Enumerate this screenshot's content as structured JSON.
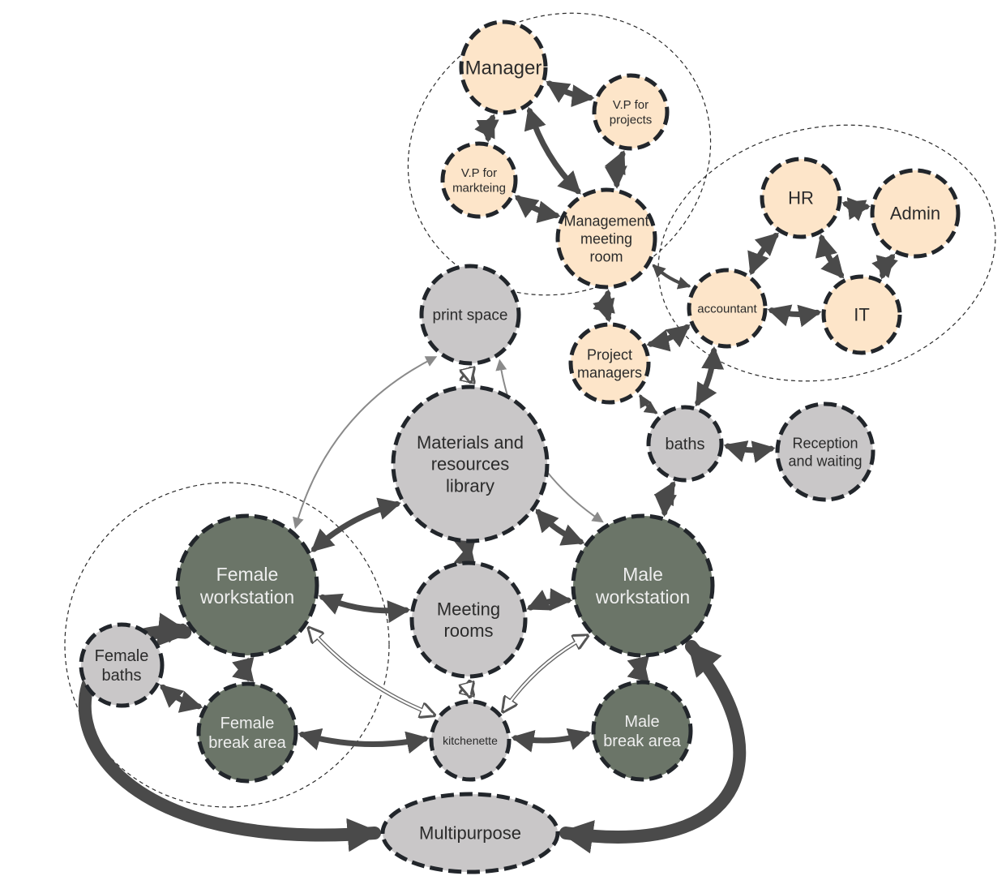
{
  "diagram": {
    "colors": {
      "cream": "#fde5c9",
      "gray": "#c9c7c8",
      "green": "#6b7568",
      "outline": "#22262b",
      "arrow_dark": "#4a4a4a",
      "arrow_light": "#8a8a8a"
    },
    "nodes": [
      {
        "id": "manager",
        "lines": [
          "Manager"
        ],
        "style": "cream"
      },
      {
        "id": "vp-projects",
        "lines": [
          "V.P for",
          "projects"
        ],
        "style": "cream"
      },
      {
        "id": "vp-marketing",
        "lines": [
          "V.P for",
          "markteing"
        ],
        "style": "cream"
      },
      {
        "id": "management-meeting-room",
        "lines": [
          "Management",
          "meeting",
          "room"
        ],
        "style": "cream"
      },
      {
        "id": "hr",
        "lines": [
          "HR"
        ],
        "style": "cream"
      },
      {
        "id": "admin",
        "lines": [
          "Admin"
        ],
        "style": "cream"
      },
      {
        "id": "accountant",
        "lines": [
          "accountant"
        ],
        "style": "cream"
      },
      {
        "id": "it",
        "lines": [
          "IT"
        ],
        "style": "cream"
      },
      {
        "id": "project-managers",
        "lines": [
          "Project",
          "managers"
        ],
        "style": "cream"
      },
      {
        "id": "print-space",
        "lines": [
          "print space"
        ],
        "style": "gray"
      },
      {
        "id": "materials-library",
        "lines": [
          "Materials and",
          "resources",
          "library"
        ],
        "style": "gray"
      },
      {
        "id": "baths",
        "lines": [
          "baths"
        ],
        "style": "gray"
      },
      {
        "id": "reception",
        "lines": [
          "Reception",
          "and waiting"
        ],
        "style": "gray"
      },
      {
        "id": "female-workstation",
        "lines": [
          "Female",
          "workstation"
        ],
        "style": "green"
      },
      {
        "id": "male-workstation",
        "lines": [
          "Male",
          "workstation"
        ],
        "style": "green"
      },
      {
        "id": "meeting-rooms",
        "lines": [
          "Meeting",
          "rooms"
        ],
        "style": "gray"
      },
      {
        "id": "female-baths",
        "lines": [
          "Female",
          "baths"
        ],
        "style": "gray"
      },
      {
        "id": "female-break-area",
        "lines": [
          "Female",
          "break area"
        ],
        "style": "green"
      },
      {
        "id": "kitchenette",
        "lines": [
          "kitchenette"
        ],
        "style": "gray"
      },
      {
        "id": "male-break-area",
        "lines": [
          "Male",
          "break area"
        ],
        "style": "green"
      },
      {
        "id": "multipurpose",
        "lines": [
          "Multipurpose"
        ],
        "style": "gray"
      }
    ],
    "edges": [
      {
        "from": "manager",
        "to": "vp-projects",
        "kind": "thick"
      },
      {
        "from": "manager",
        "to": "vp-marketing",
        "kind": "thick"
      },
      {
        "from": "manager",
        "to": "management-meeting-room",
        "kind": "thick"
      },
      {
        "from": "vp-projects",
        "to": "management-meeting-room",
        "kind": "thick"
      },
      {
        "from": "vp-marketing",
        "to": "management-meeting-room",
        "kind": "thick"
      },
      {
        "from": "hr",
        "to": "admin",
        "kind": "thick"
      },
      {
        "from": "hr",
        "to": "accountant",
        "kind": "thick"
      },
      {
        "from": "hr",
        "to": "it",
        "kind": "thick"
      },
      {
        "from": "admin",
        "to": "it",
        "kind": "thick"
      },
      {
        "from": "accountant",
        "to": "it",
        "kind": "thick"
      },
      {
        "from": "management-meeting-room",
        "to": "project-managers",
        "kind": "thick"
      },
      {
        "from": "management-meeting-room",
        "to": "accountant",
        "kind": "thin"
      },
      {
        "from": "project-managers",
        "to": "accountant",
        "kind": "thick"
      },
      {
        "from": "project-managers",
        "to": "baths",
        "kind": "thin"
      },
      {
        "from": "baths",
        "to": "accountant",
        "kind": "thick"
      },
      {
        "from": "baths",
        "to": "reception",
        "kind": "thick"
      },
      {
        "from": "baths",
        "to": "male-workstation",
        "kind": "thick"
      },
      {
        "from": "print-space",
        "to": "materials-library",
        "kind": "hollow"
      },
      {
        "from": "print-space",
        "to": "female-workstation",
        "kind": "light"
      },
      {
        "from": "print-space",
        "to": "male-workstation",
        "kind": "light"
      },
      {
        "from": "materials-library",
        "to": "female-workstation",
        "kind": "thick"
      },
      {
        "from": "materials-library",
        "to": "male-workstation",
        "kind": "thick"
      },
      {
        "from": "materials-library",
        "to": "meeting-rooms",
        "kind": "thick"
      },
      {
        "from": "female-workstation",
        "to": "meeting-rooms",
        "kind": "thick"
      },
      {
        "from": "male-workstation",
        "to": "meeting-rooms",
        "kind": "thick"
      },
      {
        "from": "female-workstation",
        "to": "female-baths",
        "kind": "thick"
      },
      {
        "from": "female-workstation",
        "to": "female-break-area",
        "kind": "thick"
      },
      {
        "from": "female-baths",
        "to": "female-break-area",
        "kind": "thick"
      },
      {
        "from": "female-workstation",
        "to": "kitchenette",
        "kind": "hollow"
      },
      {
        "from": "male-workstation",
        "to": "kitchenette",
        "kind": "hollow"
      },
      {
        "from": "meeting-rooms",
        "to": "kitchenette",
        "kind": "hollow"
      },
      {
        "from": "female-break-area",
        "to": "kitchenette",
        "kind": "thick"
      },
      {
        "from": "kitchenette",
        "to": "male-break-area",
        "kind": "thick"
      },
      {
        "from": "male-workstation",
        "to": "male-break-area",
        "kind": "thick"
      },
      {
        "from": "female-workstation",
        "to": "multipurpose",
        "kind": "huge"
      },
      {
        "from": "male-workstation",
        "to": "multipurpose",
        "kind": "huge"
      }
    ]
  }
}
